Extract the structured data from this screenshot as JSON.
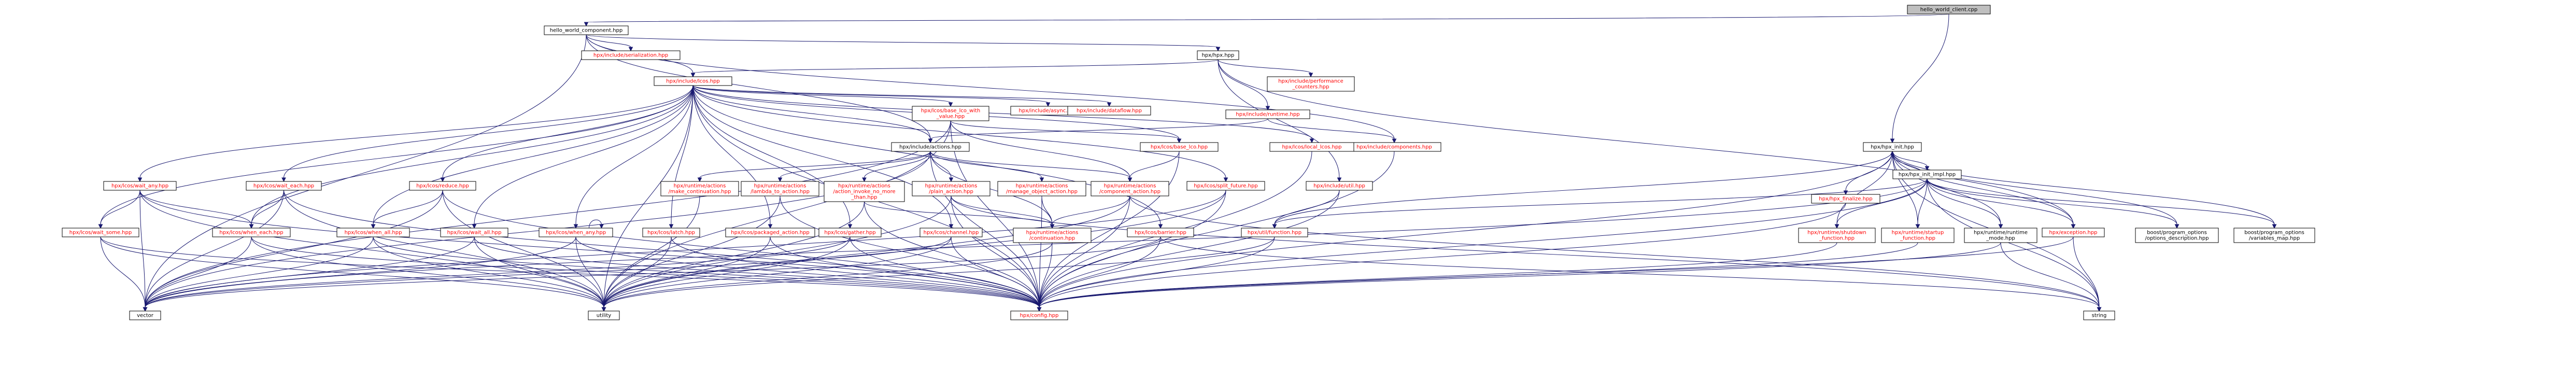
{
  "colors": {
    "edge": "#191970",
    "root_fill": "#bfbfbf",
    "node_fill": "#ffffff",
    "link_text": "#ff0000",
    "plain_text": "#000000"
  },
  "nodes": [
    {
      "id": "root",
      "label": "hello_world_client.cpp",
      "style": "root"
    },
    {
      "id": "hwc",
      "label": "hello_world_component.hpp",
      "style": "plain"
    },
    {
      "id": "hpx_hpp",
      "label": "hpx/hpx.hpp",
      "style": "plain"
    },
    {
      "id": "hpx_init",
      "label": "hpx/hpx_init.hpp",
      "style": "plain"
    },
    {
      "id": "serialization",
      "label": "hpx/include/serialization.hpp",
      "style": "link"
    },
    {
      "id": "lcos",
      "label": "hpx/include/lcos.hpp",
      "style": "link"
    },
    {
      "id": "perf",
      "label": [
        "hpx/include/performance",
        "_counters.hpp"
      ],
      "style": "link"
    },
    {
      "id": "runtime_inc",
      "label": "hpx/include/runtime.hpp",
      "style": "link"
    },
    {
      "id": "base_lco_wv",
      "label": [
        "hpx/lcos/base_lco_with",
        "_value.hpp"
      ],
      "style": "link"
    },
    {
      "id": "async",
      "label": "hpx/include/async.hpp",
      "style": "link"
    },
    {
      "id": "dataflow",
      "label": "hpx/include/dataflow.hpp",
      "style": "link"
    },
    {
      "id": "actions",
      "label": "hpx/include/actions.hpp",
      "style": "plain"
    },
    {
      "id": "components",
      "label": "hpx/include/components.hpp",
      "style": "link"
    },
    {
      "id": "base_lco",
      "label": "hpx/lcos/base_lco.hpp",
      "style": "link"
    },
    {
      "id": "local_lcos",
      "label": "hpx/lcos/local_lcos.hpp",
      "style": "link"
    },
    {
      "id": "hpx_init_impl",
      "label": "hpx/hpx_init_impl.hpp",
      "style": "plain"
    },
    {
      "id": "util_std",
      "label": "hpx/include/util.hpp",
      "style": "link"
    },
    {
      "id": "hpx_finalize",
      "label": "hpx/hpx_finalize.hpp",
      "style": "link"
    },
    {
      "id": "wait_any",
      "label": "hpx/lcos/wait_any.hpp",
      "style": "link"
    },
    {
      "id": "wait_each",
      "label": "hpx/lcos/wait_each.hpp",
      "style": "link"
    },
    {
      "id": "reduce",
      "label": "hpx/lcos/reduce.hpp",
      "style": "link"
    },
    {
      "id": "make_cont",
      "label": [
        "hpx/runtime/actions",
        "/make_continuation.hpp"
      ],
      "style": "link"
    },
    {
      "id": "lambda_to",
      "label": [
        "hpx/runtime/actions",
        "/lambda_to_action.hpp"
      ],
      "style": "link"
    },
    {
      "id": "action_invoke",
      "label": [
        "hpx/runtime/actions",
        "/action_invoke_no_more",
        "_than.hpp"
      ],
      "style": "link"
    },
    {
      "id": "plain_action",
      "label": [
        "hpx/runtime/actions",
        "/plain_action.hpp"
      ],
      "style": "link"
    },
    {
      "id": "manage_obj",
      "label": [
        "hpx/runtime/actions",
        "/manage_object_action.hpp"
      ],
      "style": "link"
    },
    {
      "id": "comp_action",
      "label": [
        "hpx/runtime/actions",
        "/component_action.hpp"
      ],
      "style": "link"
    },
    {
      "id": "split_future",
      "label": "hpx/lcos/split_future.hpp",
      "style": "link"
    },
    {
      "id": "wait_some",
      "label": "hpx/lcos/wait_some.hpp",
      "style": "link"
    },
    {
      "id": "when_each",
      "label": "hpx/lcos/when_each.hpp",
      "style": "link"
    },
    {
      "id": "when_all",
      "label": "hpx/lcos/when_all.hpp",
      "style": "link"
    },
    {
      "id": "wait_all",
      "label": "hpx/lcos/wait_all.hpp",
      "style": "link"
    },
    {
      "id": "when_any",
      "label": "hpx/lcos/when_any.hpp",
      "style": "link"
    },
    {
      "id": "latch",
      "label": "hpx/lcos/latch.hpp",
      "style": "link"
    },
    {
      "id": "packaged_action",
      "label": "hpx/lcos/packaged_action.hpp",
      "style": "link"
    },
    {
      "id": "gather",
      "label": "hpx/lcos/gather.hpp",
      "style": "link"
    },
    {
      "id": "channel",
      "label": "hpx/lcos/channel.hpp",
      "style": "link"
    },
    {
      "id": "continuation",
      "label": [
        "hpx/runtime/actions",
        "/continuation.hpp"
      ],
      "style": "link"
    },
    {
      "id": "barrier",
      "label": "hpx/lcos/barrier.hpp",
      "style": "link"
    },
    {
      "id": "bind_fn",
      "label": "hpx/util/function.hpp",
      "style": "link"
    },
    {
      "id": "shutdown_fn",
      "label": [
        "hpx/runtime/shutdown",
        "_function.hpp"
      ],
      "style": "link"
    },
    {
      "id": "startup_fn",
      "label": [
        "hpx/runtime/startup",
        "_function.hpp"
      ],
      "style": "link"
    },
    {
      "id": "runtime_mode",
      "label": [
        "hpx/runtime/runtime",
        "_mode.hpp"
      ],
      "style": "plain"
    },
    {
      "id": "exception",
      "label": "hpx/exception.hpp",
      "style": "link"
    },
    {
      "id": "po_desc",
      "label": [
        "boost/program_options",
        "/options_description.hpp"
      ],
      "style": "plain"
    },
    {
      "id": "po_vmap",
      "label": [
        "boost/program_options",
        "/variables_map.hpp"
      ],
      "style": "plain"
    },
    {
      "id": "vector",
      "label": "vector",
      "style": "plain"
    },
    {
      "id": "utility",
      "label": "utility",
      "style": "plain"
    },
    {
      "id": "config",
      "label": "hpx/config.hpp",
      "style": "link"
    },
    {
      "id": "string",
      "label": "string",
      "style": "plain"
    }
  ],
  "edges": [
    [
      "root",
      "hwc"
    ],
    [
      "root",
      "hpx_init"
    ],
    [
      "hwc",
      "hpx_hpp"
    ],
    [
      "hwc",
      "serialization"
    ],
    [
      "hwc",
      "lcos"
    ],
    [
      "hwc",
      "actions"
    ],
    [
      "hwc",
      "components"
    ],
    [
      "hwc",
      "vector"
    ],
    [
      "hpx_hpp",
      "lcos"
    ],
    [
      "hpx_hpp",
      "perf"
    ],
    [
      "hpx_hpp",
      "runtime_inc"
    ],
    [
      "hpx_hpp",
      "util_std"
    ],
    [
      "hpx_hpp",
      "exception"
    ],
    [
      "lcos",
      "base_lco_wv"
    ],
    [
      "lcos",
      "async"
    ],
    [
      "lcos",
      "dataflow"
    ],
    [
      "lcos",
      "actions"
    ],
    [
      "lcos",
      "base_lco"
    ],
    [
      "lcos",
      "local_lcos"
    ],
    [
      "lcos",
      "wait_any"
    ],
    [
      "lcos",
      "wait_each"
    ],
    [
      "lcos",
      "reduce"
    ],
    [
      "lcos",
      "split_future"
    ],
    [
      "lcos",
      "wait_some"
    ],
    [
      "lcos",
      "when_each"
    ],
    [
      "lcos",
      "when_all"
    ],
    [
      "lcos",
      "wait_all"
    ],
    [
      "lcos",
      "when_any"
    ],
    [
      "lcos",
      "latch"
    ],
    [
      "lcos",
      "packaged_action"
    ],
    [
      "lcos",
      "gather"
    ],
    [
      "lcos",
      "channel"
    ],
    [
      "lcos",
      "barrier"
    ],
    [
      "lcos",
      "config"
    ],
    [
      "lcos",
      "utility"
    ],
    [
      "base_lco_wv",
      "base_lco"
    ],
    [
      "base_lco_wv",
      "comp_action"
    ],
    [
      "base_lco_wv",
      "config"
    ],
    [
      "base_lco_wv",
      "utility"
    ],
    [
      "base_lco_wv",
      "vector"
    ],
    [
      "runtime_inc",
      "actions"
    ],
    [
      "runtime_inc",
      "components"
    ],
    [
      "actions",
      "make_cont"
    ],
    [
      "actions",
      "lambda_to"
    ],
    [
      "actions",
      "action_invoke"
    ],
    [
      "actions",
      "plain_action"
    ],
    [
      "actions",
      "manage_obj"
    ],
    [
      "actions",
      "comp_action"
    ],
    [
      "actions",
      "continuation"
    ],
    [
      "actions",
      "config"
    ],
    [
      "actions",
      "vector"
    ],
    [
      "components",
      "config"
    ],
    [
      "base_lco",
      "comp_action"
    ],
    [
      "base_lco",
      "config"
    ],
    [
      "local_lcos",
      "config"
    ],
    [
      "hpx_init",
      "hpx_init_impl"
    ],
    [
      "hpx_init",
      "hpx_finalize"
    ],
    [
      "hpx_init",
      "shutdown_fn"
    ],
    [
      "hpx_init",
      "startup_fn"
    ],
    [
      "hpx_init",
      "runtime_mode"
    ],
    [
      "hpx_init",
      "po_desc"
    ],
    [
      "hpx_init",
      "po_vmap"
    ],
    [
      "hpx_init",
      "string"
    ],
    [
      "hpx_init",
      "bind_fn"
    ],
    [
      "hpx_init",
      "config"
    ],
    [
      "hpx_init",
      "exception"
    ],
    [
      "hpx_init_impl",
      "hpx_init"
    ],
    [
      "hpx_init_impl",
      "shutdown_fn"
    ],
    [
      "hpx_init_impl",
      "startup_fn"
    ],
    [
      "hpx_init_impl",
      "runtime_mode"
    ],
    [
      "hpx_init_impl",
      "po_desc"
    ],
    [
      "hpx_init_impl",
      "po_vmap"
    ],
    [
      "hpx_init_impl",
      "bind_fn"
    ],
    [
      "hpx_init_impl",
      "config"
    ],
    [
      "hpx_init_impl",
      "string"
    ],
    [
      "hpx_init_impl",
      "exception"
    ],
    [
      "hpx_init_impl",
      "vector"
    ],
    [
      "util_std",
      "bind_fn"
    ],
    [
      "util_std",
      "config"
    ],
    [
      "hpx_finalize",
      "config"
    ],
    [
      "wait_any",
      "wait_some"
    ],
    [
      "wait_any",
      "when_each"
    ],
    [
      "wait_any",
      "config"
    ],
    [
      "wait_any",
      "vector"
    ],
    [
      "wait_any",
      "utility"
    ],
    [
      "wait_each",
      "when_each"
    ],
    [
      "wait_each",
      "config"
    ],
    [
      "wait_each",
      "vector"
    ],
    [
      "wait_each",
      "utility"
    ],
    [
      "reduce",
      "when_all"
    ],
    [
      "reduce",
      "config"
    ],
    [
      "reduce",
      "utility"
    ],
    [
      "reduce",
      "vector"
    ],
    [
      "make_cont",
      "utility"
    ],
    [
      "lambda_to",
      "config"
    ],
    [
      "lambda_to",
      "utility"
    ],
    [
      "action_invoke",
      "continuation"
    ],
    [
      "action_invoke",
      "config"
    ],
    [
      "action_invoke",
      "utility"
    ],
    [
      "plain_action",
      "continuation"
    ],
    [
      "plain_action",
      "config"
    ],
    [
      "plain_action",
      "utility"
    ],
    [
      "plain_action",
      "string"
    ],
    [
      "manage_obj",
      "config"
    ],
    [
      "manage_obj",
      "continuation"
    ],
    [
      "comp_action",
      "continuation"
    ],
    [
      "comp_action",
      "config"
    ],
    [
      "comp_action",
      "utility"
    ],
    [
      "comp_action",
      "string"
    ],
    [
      "split_future",
      "config"
    ],
    [
      "split_future",
      "utility"
    ],
    [
      "split_future",
      "vector"
    ],
    [
      "wait_some",
      "vector"
    ],
    [
      "wait_some",
      "utility"
    ],
    [
      "wait_some",
      "config"
    ],
    [
      "when_each",
      "vector"
    ],
    [
      "when_each",
      "utility"
    ],
    [
      "when_each",
      "config"
    ],
    [
      "when_all",
      "vector"
    ],
    [
      "when_all",
      "utility"
    ],
    [
      "when_all",
      "config"
    ],
    [
      "wait_all",
      "config"
    ],
    [
      "wait_all",
      "utility"
    ],
    [
      "wait_all",
      "vector"
    ],
    [
      "when_any",
      "when_any"
    ],
    [
      "when_any",
      "vector"
    ],
    [
      "when_any",
      "utility"
    ],
    [
      "when_any",
      "config"
    ],
    [
      "latch",
      "config"
    ],
    [
      "latch",
      "utility"
    ],
    [
      "packaged_action",
      "config"
    ],
    [
      "packaged_action",
      "utility"
    ],
    [
      "gather",
      "config"
    ],
    [
      "gather",
      "vector"
    ],
    [
      "gather",
      "utility"
    ],
    [
      "channel",
      "config"
    ],
    [
      "channel",
      "utility"
    ],
    [
      "channel",
      "vector"
    ],
    [
      "continuation",
      "config"
    ],
    [
      "continuation",
      "utility"
    ],
    [
      "barrier",
      "config"
    ],
    [
      "barrier",
      "string"
    ],
    [
      "barrier",
      "vector"
    ],
    [
      "bind_fn",
      "config"
    ],
    [
      "bind_fn",
      "utility"
    ],
    [
      "shutdown_fn",
      "config"
    ],
    [
      "startup_fn",
      "config"
    ],
    [
      "runtime_mode",
      "config"
    ],
    [
      "runtime_mode",
      "string"
    ],
    [
      "exception",
      "config"
    ],
    [
      "exception",
      "string"
    ]
  ]
}
